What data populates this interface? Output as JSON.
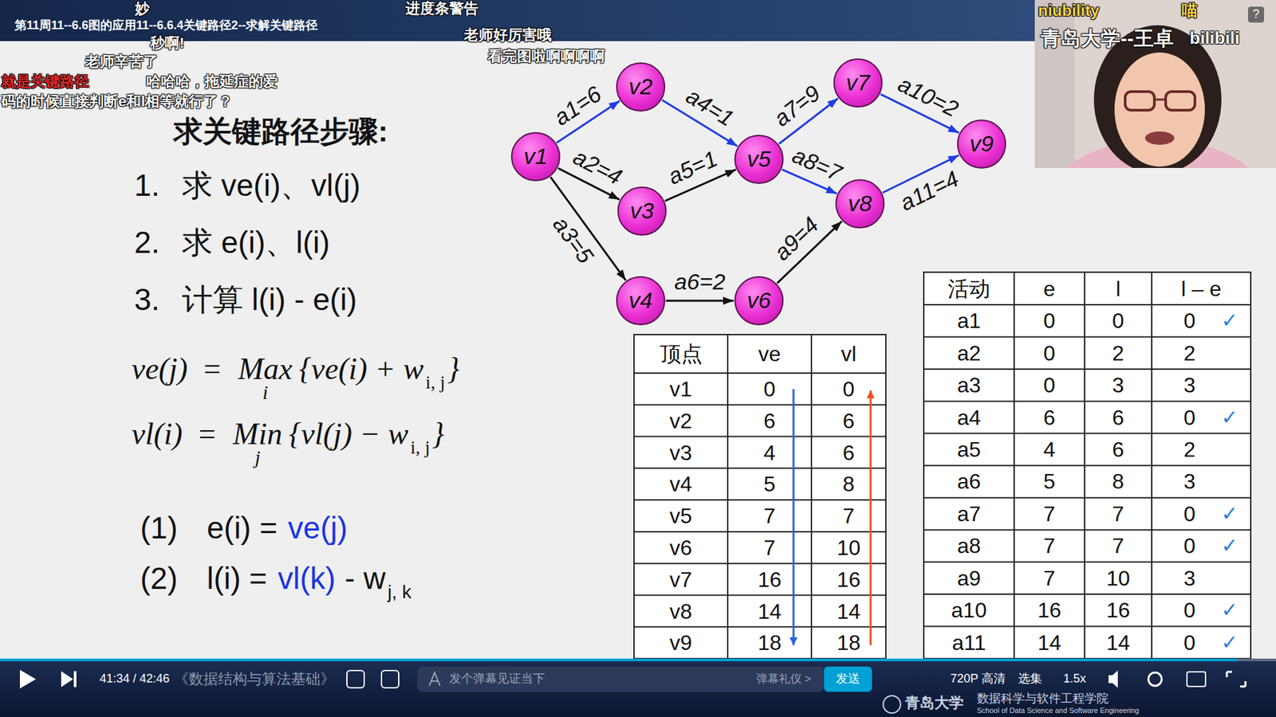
{
  "diagram": {
    "nodes": [
      {
        "text": [
          "v1"
        ]
      },
      {
        "text": [
          "v2"
        ]
      },
      {
        "text": [
          "v3"
        ]
      },
      {
        "text": [
          "v4"
        ]
      },
      {
        "text": [
          "v5"
        ]
      },
      {
        "text": [
          "v6"
        ]
      },
      {
        "text": [
          "v7"
        ]
      },
      {
        "text": [
          "v8"
        ]
      },
      {
        "text": [
          "v9"
        ]
      }
    ],
    "edges": [
      {
        "from": 0,
        "to": 1,
        "arrow": "to",
        "label": "a1=6"
      },
      {
        "from": 0,
        "to": 2,
        "arrow": "to",
        "label": "a2=4"
      },
      {
        "from": 0,
        "to": 3,
        "arrow": "to",
        "label": "a3=5"
      },
      {
        "from": 1,
        "to": 4,
        "arrow": "to",
        "label": "a4=1"
      },
      {
        "from": 2,
        "to": 4,
        "arrow": "to",
        "label": "a5=1"
      },
      {
        "from": 3,
        "to": 5,
        "arrow": "to",
        "label": "a6=2"
      },
      {
        "from": 4,
        "to": 6,
        "arrow": "to",
        "label": "a7=9"
      },
      {
        "from": 4,
        "to": 7,
        "arrow": "to",
        "label": "a8=7"
      },
      {
        "from": 5,
        "to": 7,
        "arrow": "to",
        "label": "a9=4"
      },
      {
        "from": 6,
        "to": 8,
        "arrow": "to",
        "label": "a10=2"
      },
      {
        "from": 7,
        "to": 8,
        "arrow": "to",
        "label": "a11=4"
      }
    ],
    "labels": [
      "第11周11--6.6图的应用11--6.6.4关键路径2--求解关键路径",
      "妙",
      "秒啊!",
      "老师辛苦了",
      "进度条警告",
      "老师好厉害哦",
      "看完图啦啊啊啊啊",
      "就是关键路径",
      "哈哈哈，拖延症的爱",
      "码的时候直接判断e和l相等就行了？",
      "niubility",
      "喵",
      "青岛大学--王卓",
      "bilibili",
      "?",
      "求关键路径步骤:",
      "1.",
      "求 ve(i)、vl(j)",
      "2.",
      "求 e(i)、l(i)",
      "3.",
      "计算 l(i) - e(i)",
      "ve(j)",
      "=",
      "Max",
      "i",
      "{ve(i) + w",
      "i, j",
      "}",
      "vl(i)",
      "=",
      "Min",
      "j",
      "{vl(j) − w",
      "i, j",
      "}",
      "(1)",
      "e(i) =",
      "ve(j)",
      "(2)",
      "l(i) =",
      "vl(k)",
      "- w",
      "j, k",
      "顶点",
      "ve",
      "vl",
      "v1",
      "0",
      "0",
      "v2",
      "6",
      "6",
      "v3",
      "4",
      "6",
      "v4",
      "5",
      "8",
      "v5",
      "7",
      "7",
      "v6",
      "7",
      "10",
      "v7",
      "16",
      "16",
      "v8",
      "14",
      "14",
      "v9",
      "18",
      "18",
      "活动",
      "e",
      "l",
      "l – e",
      "a1",
      "0",
      "0",
      "0",
      "a2",
      "0",
      "2",
      "2",
      "a3",
      "0",
      "3",
      "3",
      "a4",
      "6",
      "6",
      "0",
      "a5",
      "4",
      "6",
      "2",
      "a6",
      "5",
      "8",
      "3",
      "a7",
      "7",
      "7",
      "0",
      "a8",
      "7",
      "7",
      "0",
      "a9",
      "7",
      "10",
      "3",
      "a10",
      "16",
      "16",
      "0",
      "a11",
      "14",
      "14",
      "0",
      "✓",
      "✓",
      "✓",
      "✓",
      "✓",
      "✓",
      "41:34 / 42:46",
      "《数据结构与算法基础》",
      "发个弹幕见证当下",
      "弹幕礼仪 >",
      "发送",
      "720P 高清",
      "选集",
      "1.5x",
      "青岛大学",
      "数据科学与软件工程学院",
      "School of Data Science and Software Engineering"
    ]
  }
}
